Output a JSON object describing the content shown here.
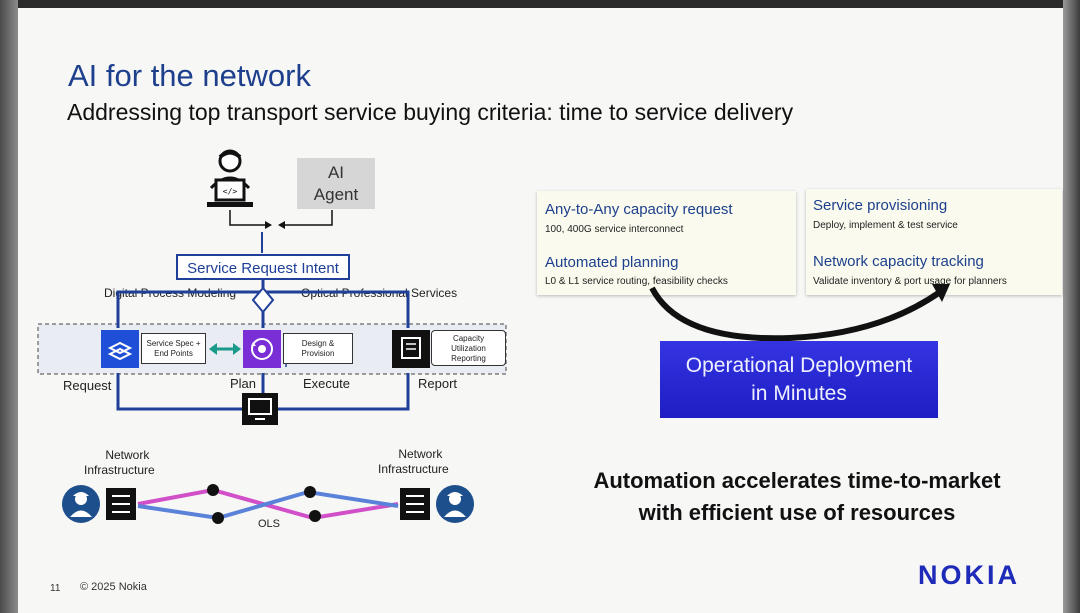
{
  "slide": {
    "title": "AI for the network",
    "subtitle": "Addressing top transport service buying criteria: time to service delivery"
  },
  "diagram": {
    "ai_agent_line1": "AI",
    "ai_agent_line2": "Agent",
    "service_request_intent": "Service Request Intent",
    "digital_process_modeling": "Digital Process Modeling",
    "optical_professional_services": "Optical Professional Services",
    "service_spec_line1": "Service Spec +",
    "service_spec_line2": "End Points",
    "design_provision_line1": "Design &",
    "design_provision_line2": "Provision",
    "capacity_line1": "Capacity",
    "capacity_line2": "Utilization",
    "capacity_line3": "Reporting",
    "stage_request": "Request",
    "stage_plan": "Plan",
    "stage_execute": "Execute",
    "stage_report": "Report",
    "net_infra_left_line1": "Network",
    "net_infra_left_line2": "Infrastructure",
    "net_infra_right_line1": "Network",
    "net_infra_right_line2": "Infrastructure",
    "ols": "OLS"
  },
  "cards": {
    "left": {
      "item1_title": "Any-to-Any capacity request",
      "item1_sub": "100, 400G service interconnect",
      "item2_title": "Automated planning",
      "item2_sub": "L0 & L1 service routing, feasibility checks"
    },
    "right": {
      "item1_title": "Service provisioning",
      "item1_sub": "Deploy, implement & test service",
      "item2_title": "Network capacity tracking",
      "item2_sub": "Validate inventory & port usage for planners"
    }
  },
  "ops_box": {
    "line1": "Operational Deployment",
    "line2": "in Minutes"
  },
  "tagline": {
    "line1": "Automation accelerates time-to-market",
    "line2": "with efficient use of resources"
  },
  "footer": {
    "page_number": "11",
    "copyright": "© 2025 Nokia",
    "logo": "NOKIA"
  },
  "colors": {
    "title_blue": "#1d3f8c",
    "diagram_blue": "#1f3f99",
    "ops_blue": "#2727d8",
    "magenta_path": "#d14fc8",
    "blue_path": "#5b82d9",
    "card_bg": "#fafbee"
  },
  "icons": [
    "user-laptop-icon",
    "stack-icon",
    "gear-cycle-icon",
    "bidirectional-arrow-icon",
    "report-icon",
    "monitor-icon",
    "technician-icon",
    "switch-icon"
  ]
}
